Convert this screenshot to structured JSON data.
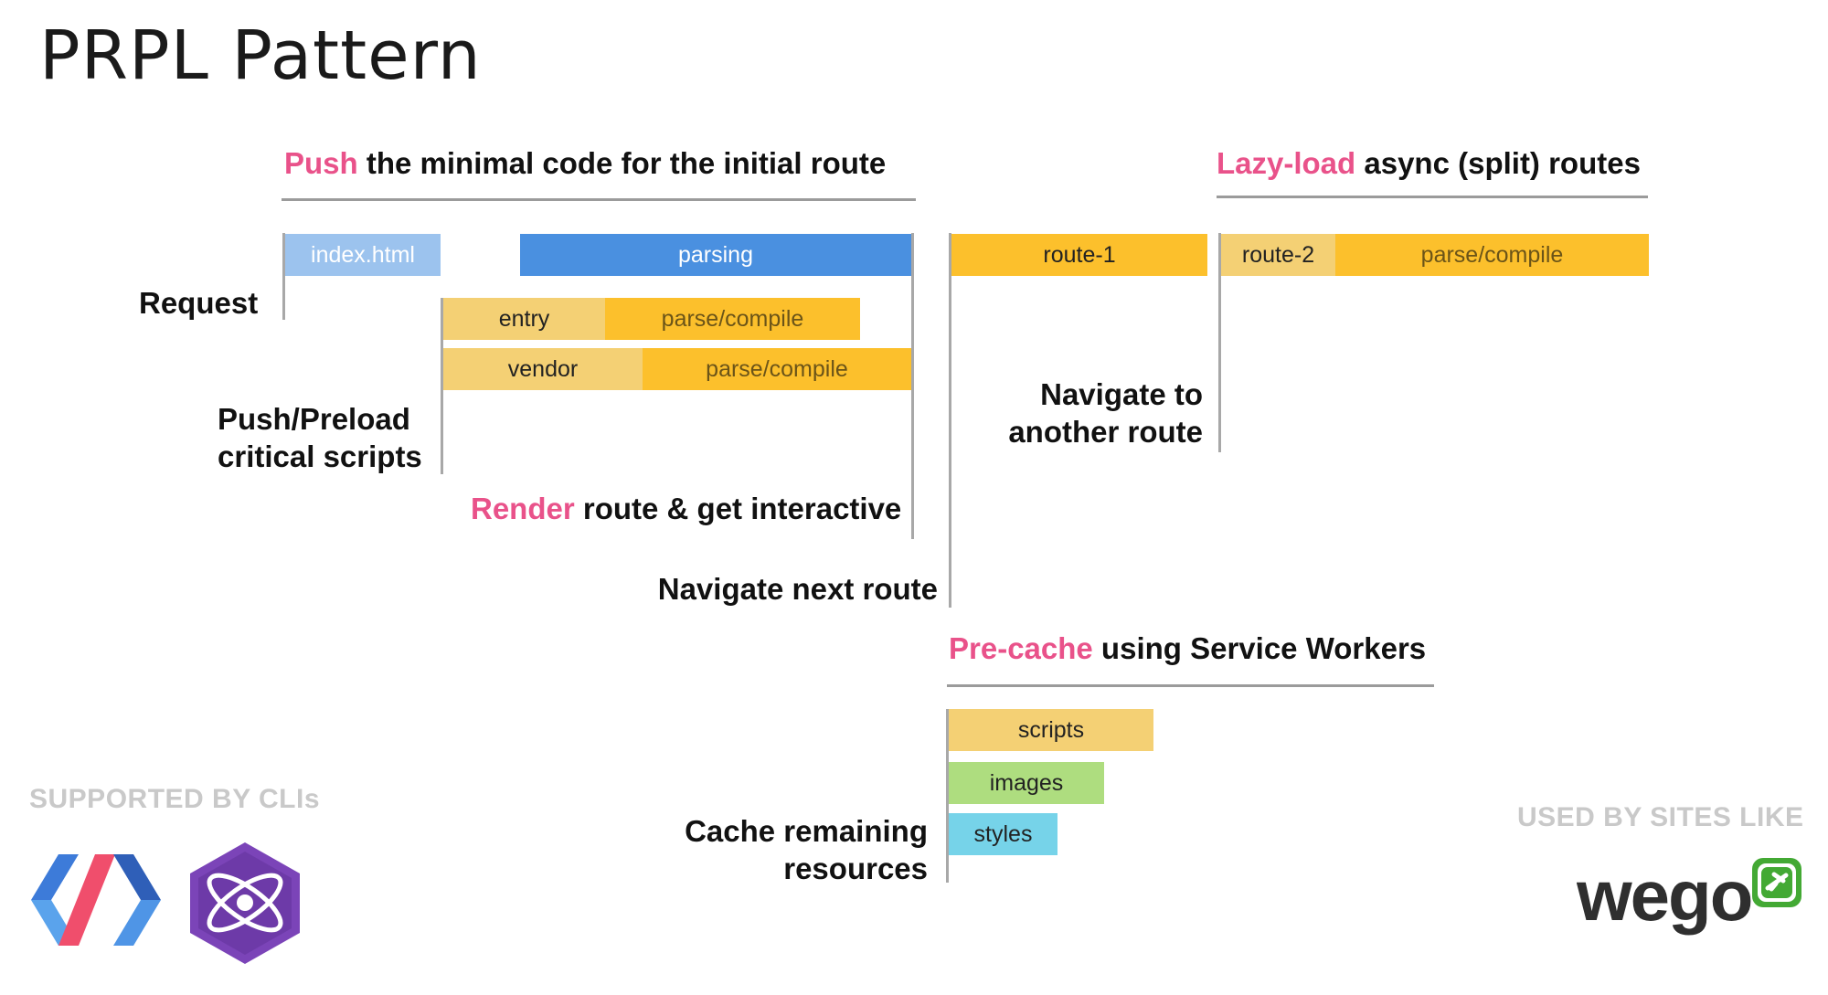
{
  "title": "PRPL Pattern",
  "colors": {
    "accent": "#e9528a",
    "html_bar": "#9cc3ee",
    "parsing_bar": "#4a90e0",
    "script_bar": "#f4d074",
    "compile_bar": "#fcc02c",
    "images_bar": "#aedd7f",
    "styles_bar": "#76d3e9"
  },
  "headings": {
    "push": {
      "accent": "Push",
      "rest": " the minimal code for the initial route"
    },
    "lazy": {
      "accent": "Lazy-load",
      "rest": " async (split) routes"
    },
    "render": {
      "accent": "Render",
      "rest": " route & get interactive"
    },
    "precache": {
      "accent": "Pre-cache",
      "rest": " using Service Workers"
    }
  },
  "labels": {
    "request": "Request",
    "push_preload_1": "Push/Preload",
    "push_preload_2": "critical scripts",
    "navigate_next": "Navigate next route",
    "navigate_another_1": "Navigate to",
    "navigate_another_2": "another route",
    "cache_remaining_1": "Cache remaining",
    "cache_remaining_2": "resources"
  },
  "bars": {
    "index_html": "index.html",
    "parsing": "parsing",
    "entry": "entry",
    "entry_compile": "parse/compile",
    "vendor": "vendor",
    "vendor_compile": "parse/compile",
    "route1": "route-1",
    "route2": "route-2",
    "route2_compile": "parse/compile",
    "scripts": "scripts",
    "images": "images",
    "styles": "styles"
  },
  "footer": {
    "supported_by": "SUPPORTED BY CLIs",
    "used_by": "USED BY SITES LIKE",
    "wego_logo": "wego"
  },
  "icons": {
    "polymer": "polymer-logo-icon",
    "preact": "preact-cli-logo-icon",
    "wego": "wego-logo-icon"
  }
}
